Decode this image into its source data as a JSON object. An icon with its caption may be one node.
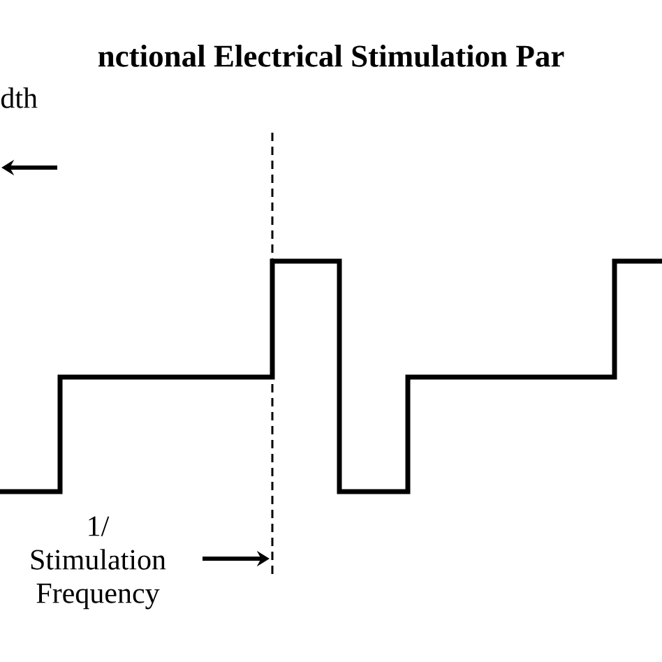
{
  "diagram": {
    "title": "nctional Electrical Stimulation Par",
    "labels": [
      "dth",
      "1/ Stimulation Frequency"
    ]
  }
}
